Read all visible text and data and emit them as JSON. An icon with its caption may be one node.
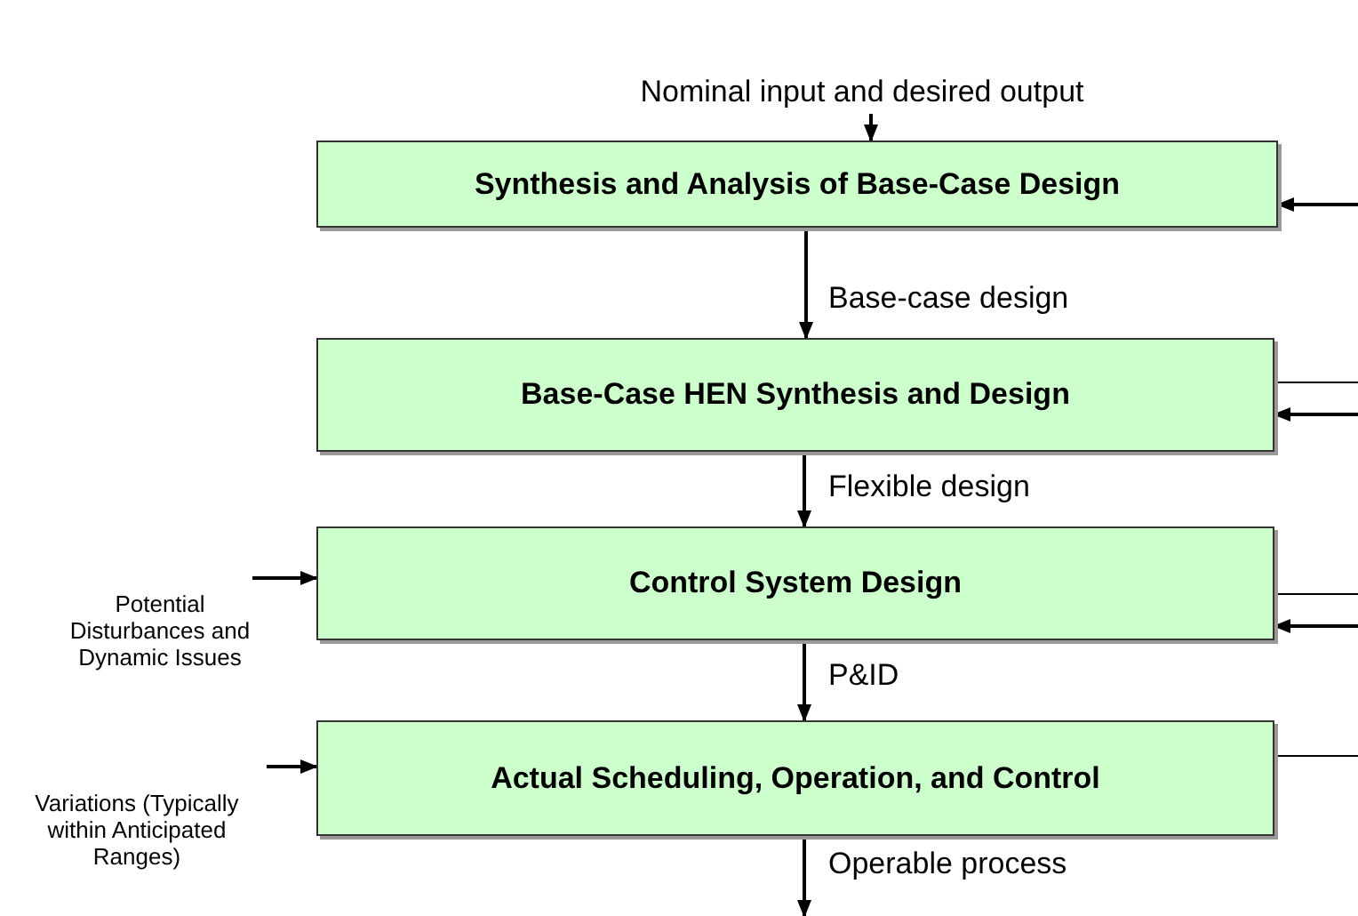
{
  "diagram": {
    "nodes": [
      {
        "text": [
          "Nominal input and desired output"
        ]
      },
      {
        "text": [
          "Synthesis and Analysis of Base-Case Design"
        ]
      },
      {
        "text": [
          "Base-Case HEN Synthesis and Design"
        ]
      },
      {
        "text": [
          "Control System Design"
        ]
      },
      {
        "text": [
          "Actual Scheduling, Operation, and Control"
        ]
      },
      {
        "text": [
          "Potential Disturbances and Dynamic Issues"
        ]
      },
      {
        "text": [
          "Variations (Typically within Anticipated Ranges)"
        ]
      }
    ],
    "edges": [
      {
        "from": 0,
        "to": 1,
        "arrow": "to"
      },
      {
        "from": 1,
        "to": 2,
        "arrow": "to",
        "label": "Base-case design"
      },
      {
        "from": 2,
        "to": 3,
        "arrow": "to",
        "label": "Flexible design"
      },
      {
        "from": 3,
        "to": 4,
        "arrow": "to",
        "label": "P&ID"
      },
      {
        "from": 4,
        "to": null,
        "arrow": "to",
        "label": "Operable process"
      },
      {
        "from": 5,
        "to": 3,
        "arrow": "to"
      },
      {
        "from": 6,
        "to": 4,
        "arrow": "to"
      },
      {
        "from": null,
        "to": 1,
        "arrow": "to"
      },
      {
        "from": 2,
        "to": null,
        "arrow": "none"
      },
      {
        "from": null,
        "to": 2,
        "arrow": "to"
      },
      {
        "from": 3,
        "to": null,
        "arrow": "none"
      },
      {
        "from": null,
        "to": 3,
        "arrow": "to"
      },
      {
        "from": 4,
        "to": null,
        "arrow": "none"
      }
    ]
  }
}
